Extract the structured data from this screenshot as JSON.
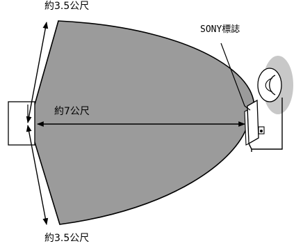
{
  "labels": {
    "top_distance": "約3.5公尺",
    "center_distance": "約7公尺",
    "bottom_distance": "約3.5公尺",
    "logo_label": "SONY標誌"
  },
  "colors": {
    "coverage_fill": "#9b9b9b",
    "line": "#000000",
    "device_shadow": "#c8c8c8",
    "background": "#ffffff"
  },
  "icons": {
    "receiver": "camera-receiver-icon",
    "adapter": "ac-adapter-icon",
    "monitor": "monitor-box-icon"
  }
}
